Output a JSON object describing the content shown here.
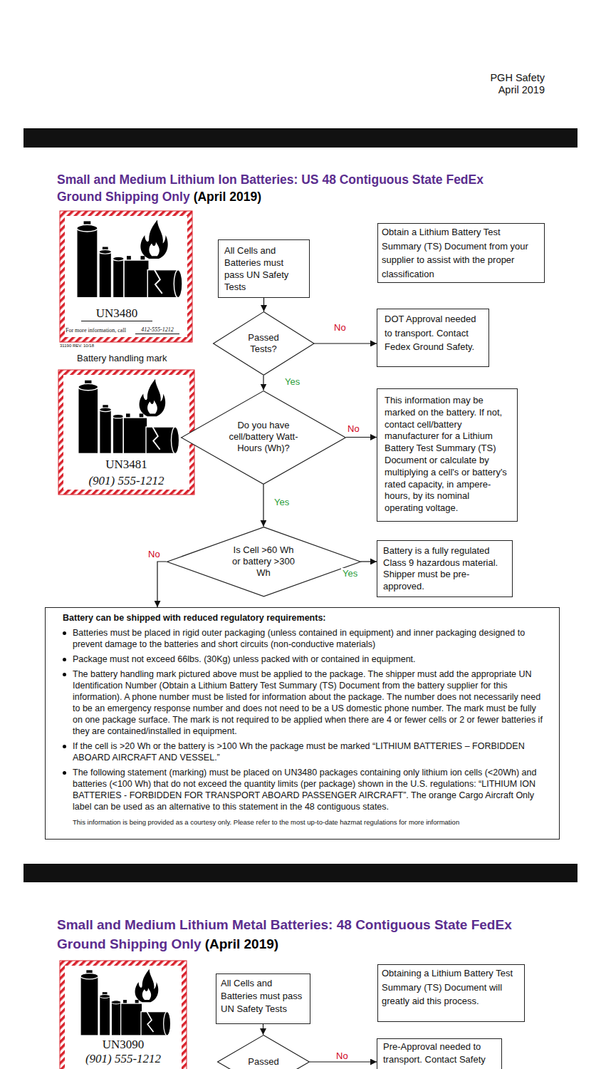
{
  "diagram": {
    "title": "Small and Medium Lithium Ion Batteries: US 48 Contiguous State FedEx Ground Shipping Only",
    "nodes": [
      {
        "text": [
          "UN3480",
          "For more information, call",
          "412-555-1212"
        ]
      },
      {
        "text": [
          "All Cells and Batteries must pass UN Safety Tests"
        ]
      },
      {
        "text": [
          "Obtain a Lithium Battery Test Summary (TS) Document from your supplier to assist with the proper classification"
        ]
      },
      {
        "text": [
          "Passed Tests?"
        ]
      },
      {
        "text": [
          "DOT Approval needed to transport. Contact Fedex Ground Safety."
        ]
      },
      {
        "text": [
          "UN3481",
          "(901) 555-1212"
        ]
      },
      {
        "text": [
          "Do you have cell/battery Watt-Hours (Wh)?"
        ]
      },
      {
        "text": [
          "This information may be marked on the battery. If not, contact cell/battery manufacturer for a Lithium Battery Test Summary (TS) Document or calculate by multiplying a cell's or battery's rated capacity, in ampere-hours, by its nominal operating voltage."
        ]
      },
      {
        "text": [
          "Is Cell >60 Wh or battery >300 Wh"
        ]
      },
      {
        "text": [
          "Battery is a fully regulated Class 9 hazardous material. Shipper must be pre-approved."
        ]
      },
      {
        "text": [
          "Battery can be shipped with reduced regulatory requirements:",
          "Batteries must be placed in rigid outer packaging (unless contained in equipment) and inner packaging designed to prevent damage to the batteries and short circuits (non-conductive materials)",
          "Package must not exceed 66lbs. (30Kg) unless packed with or contained in equipment.",
          "The battery handling mark pictured above must be applied to the package. The shipper must add the appropriate UN Identification Number (Obtain a Lithium Battery Test Summary (TS) Document from the battery supplier for this information). A phone number must be listed for information about the package. The number does not necessarily need to be an emergency response number and does not need to be a US domestic phone number. The mark must be fully on one package surface. The mark is not required to be applied when there are 4 or fewer cells or 2 or fewer batteries if they are contained/installed in equipment.",
          "If the cell is >20 Wh or the battery is >100 Wh the package must be marked “LITHIUM BATTERIES – FORBIDDEN ABOARD AIRCRAFT AND VESSEL.”",
          "The following statement (marking) must be placed on UN3480 packages containing only lithium ion cells (<20Wh) and batteries (<100 Wh) that do not exceed the quantity limits (per package) shown in the U.S. regulations: “LITHIUM ION BATTERIES - FORBIDDEN FOR TRANSPORT ABOARD PASSENGER AIRCRAFT”. The orange Cargo Aircraft Only label can be used as an alternative to this statement in the 48 contiguous states.",
          "This information is being provided as a courtesy only. Please refer to the most up-to-date hazmat regulations for more information"
        ]
      },
      {
        "text": [
          "UN3090",
          "(901) 555-1212"
        ]
      },
      {
        "text": [
          "All Cells and Batteries must pass UN Safety Tests"
        ]
      },
      {
        "text": [
          "Obtaining a Lithium Battery Test Summary (TS) Document will greatly aid this process."
        ]
      },
      {
        "text": [
          "Passed"
        ]
      },
      {
        "text": [
          "Pre-Approval needed to transport. Contact Safety"
        ]
      }
    ],
    "edges": [
      {
        "from": 1,
        "to": 3,
        "arrow": "to"
      },
      {
        "from": 3,
        "to": 4,
        "label": "No",
        "arrow": "to"
      },
      {
        "from": 3,
        "to": 6,
        "label": "Yes",
        "arrow": "to"
      },
      {
        "from": 6,
        "to": 7,
        "label": "No",
        "arrow": "to"
      },
      {
        "from": 6,
        "to": 8,
        "label": "Yes",
        "arrow": "to"
      },
      {
        "from": 8,
        "to": 9,
        "label": "Yes",
        "arrow": "to"
      },
      {
        "from": 8,
        "to": 10,
        "label": "No",
        "arrow": "to"
      },
      {
        "from": 12,
        "to": 14,
        "arrow": "to"
      },
      {
        "from": 14,
        "to": 15,
        "label": "No",
        "arrow": "to"
      }
    ],
    "labels": [
      "PGH Safety",
      "April 2019",
      "(April 2019)",
      "31190 REV. 10/18",
      "Battery handling mark",
      "Small and Medium Lithium Metal Batteries: 48 Contiguous State FedEx Ground Shipping Only",
      "(April 2019)"
    ]
  }
}
